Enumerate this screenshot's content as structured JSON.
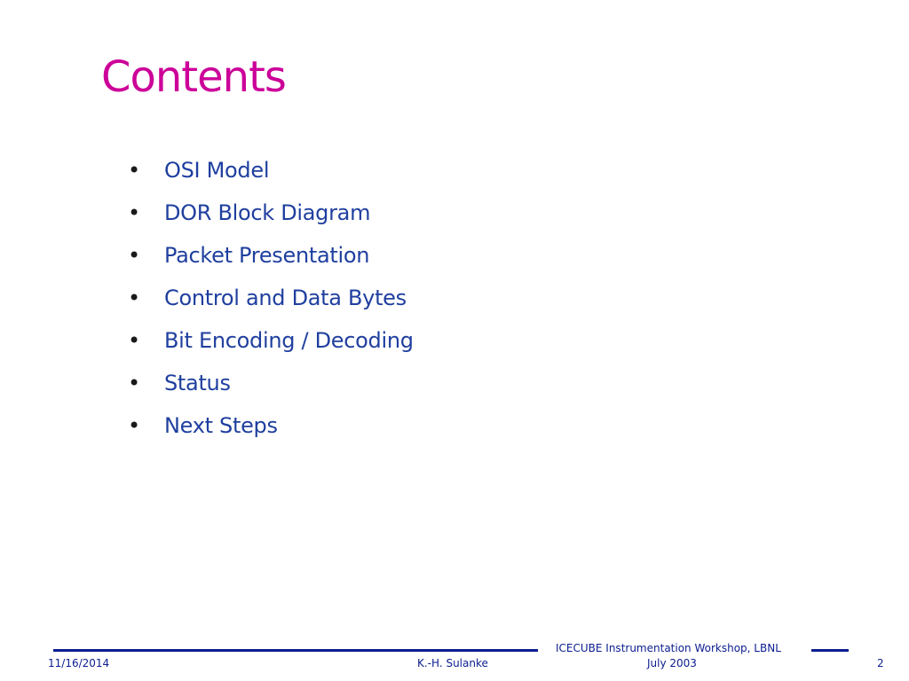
{
  "slide": {
    "title": "Contents",
    "items": [
      "OSI Model",
      "DOR Block Diagram",
      "Packet Presentation",
      "Control and Data Bytes",
      "Bit Encoding / Decoding",
      "Status",
      "Next Steps"
    ],
    "bullet_char": "•"
  },
  "footer": {
    "date": "11/16/2014",
    "author": "K.-H. Sulanke",
    "event_line1": "ICECUBE Instrumentation Workshop, LBNL",
    "event_line2": "July 2003",
    "page": "2"
  },
  "colors": {
    "title": "#cc0099",
    "body_text": "#1f3f9f",
    "footer": "#0b1d8f"
  }
}
